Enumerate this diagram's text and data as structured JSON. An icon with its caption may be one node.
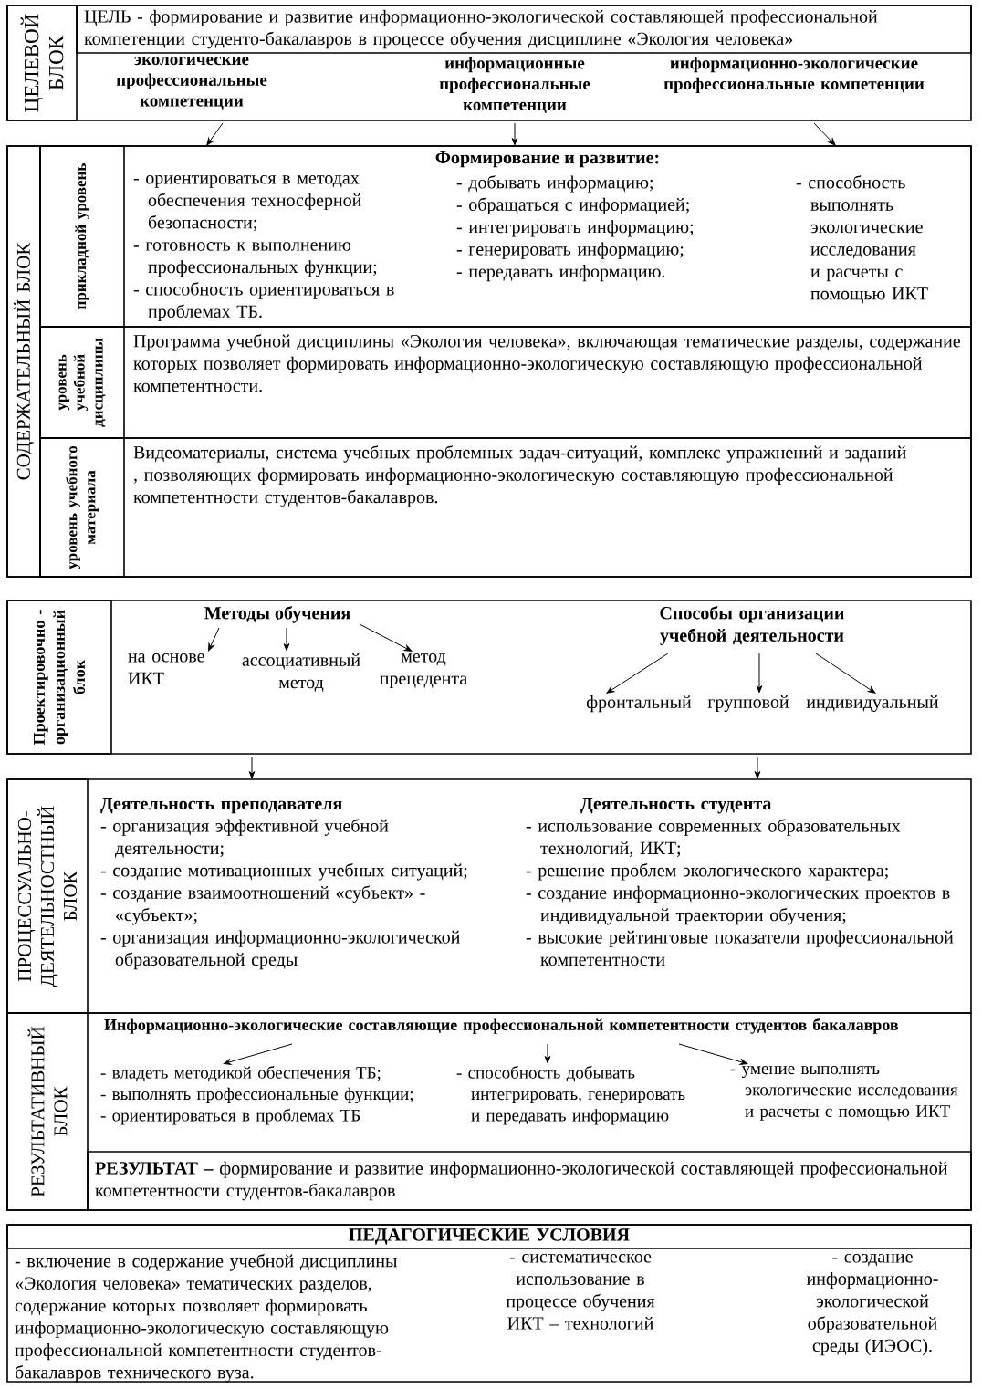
{
  "diagram": {
    "nodes": [
      {
        "text": [
          "ЦЕЛЕВОЙ БЛОК",
          "ЦЕЛЬ - формирование и развитие информационно-экологической составляющей профессиональной компетенции студенто-бакалавров в процессе обучения дисциплине «Экология человека»"
        ]
      },
      {
        "text": [
          "экологические профессиональные компетенции"
        ],
        "in": 0
      },
      {
        "text": [
          "информационные профессиональные компетенции"
        ],
        "in": 0
      },
      {
        "text": [
          "информационно-экологические профессиональные компетенции"
        ],
        "in": 0
      },
      {
        "text": [
          "СОДЕРЖАТЕЛЬНЫЙ БЛОК"
        ]
      },
      {
        "text": [
          "прикладной уровень",
          "Формирование и развитие:"
        ],
        "in": 4
      },
      {
        "text": [
          "- ориентироваться в методах обеспечения техносферной безопасности;",
          "- готовность к выполнению профессиональных функции;",
          "- способность ориентироваться в проблемах ТБ."
        ],
        "in": 5
      },
      {
        "text": [
          "- добывать информацию;",
          "- обращаться с информацией;",
          "- интегрировать информацию;",
          "- генерировать информацию;",
          "- передавать информацию."
        ],
        "in": 5
      },
      {
        "text": [
          "- способность выполнять экологические исследования и расчеты с помощью ИКТ"
        ],
        "in": 5
      },
      {
        "text": [
          "уровень учебной дисциплины",
          "Программа учебной дисциплины «Экология человека», включающая тематические разделы, содержание которых позволяет формировать информационно-экологическую составляющую профессиональной компетентности."
        ],
        "in": 4
      },
      {
        "text": [
          "уровень учебного материала",
          "Видеоматериалы, система учебных проблемных задач-ситуаций, комплекс упражнений и заданий , позволяющих формировать информационно-экологическую составляющую профессиональной компетентности студентов-бакалавров."
        ],
        "in": 4
      },
      {
        "text": [
          "Проектировочно - организационный блок"
        ]
      },
      {
        "text": [
          "Методы обучения"
        ],
        "in": 11
      },
      {
        "text": [
          "на основе ИКТ"
        ],
        "in": 11
      },
      {
        "text": [
          "ассоциативный метод"
        ],
        "in": 11
      },
      {
        "text": [
          "метод прецедента"
        ],
        "in": 11
      },
      {
        "text": [
          "Способы организации учебной деятельности"
        ],
        "in": 11
      },
      {
        "text": [
          "фронтальный"
        ],
        "in": 11
      },
      {
        "text": [
          "групповой"
        ],
        "in": 11
      },
      {
        "text": [
          "индивидуальный"
        ],
        "in": 11
      },
      {
        "text": [
          "ПРОЦЕССУАЛЬНО- ДЕЯТЕЛЬНОСТНЫЙ БЛОК"
        ]
      },
      {
        "text": [
          "Деятельность преподавателя",
          "- организация эффективной учебной деятельности;",
          "- создание мотивационных учебных ситуаций;",
          "- создание взаимоотношений «субъект» - «субъект»;",
          "- организация информационно-экологической образовательной среды"
        ],
        "in": 20
      },
      {
        "text": [
          "Деятельность студента",
          "- использование современных образовательных технологий, ИКТ;",
          "- решение проблем экологического характера;",
          "- создание информационно-экологических проектов в индивидуальной траектории обучения;",
          "- высокие рейтинговые показатели профессиональной компетентности"
        ],
        "in": 20
      },
      {
        "text": [
          "РЕЗУЛЬТАТИВНЫЙ БЛОК"
        ]
      },
      {
        "text": [
          "Информационно-экологические составляющие профессиональной компетентности студентов бакалавров"
        ],
        "in": 23
      },
      {
        "text": [
          "- владеть методикой обеспечения ТБ;",
          "- выполнять профессиональные функции;",
          "- ориентироваться в проблемах ТБ"
        ],
        "in": 23
      },
      {
        "text": [
          "- способность добывать интегрировать, генерировать и передавать информацию"
        ],
        "in": 23
      },
      {
        "text": [
          "- умение выполнять экологические исследования и расчеты с помощью ИКТ"
        ],
        "in": 23
      },
      {
        "text": [
          "**РЕЗУЛЬТАТ –** формирование и развитие информационно-экологической составляющей профессиональной компетентности студентов-бакалавров"
        ],
        "in": 23
      },
      {
        "text": [
          "ПЕДАГОГИЧЕСКИЕ УСЛОВИЯ",
          "- включение в содержание учебной дисциплины «Экология человека» тематических разделов, содержание которых позволяет формировать информационно-экологическую составляющую профессиональной компетентности студентов-бакалавров технического вуза.",
          "- систематическое использование в процессе обучения ИКТ – технологий",
          "- создание информационно- экологической образовательной среды (ИЭОС)."
        ]
      }
    ],
    "edges": [
      {
        "from": 1,
        "to": 5,
        "arrow": "to"
      },
      {
        "from": 2,
        "to": 5,
        "arrow": "to"
      },
      {
        "from": 3,
        "to": 5,
        "arrow": "to"
      },
      {
        "from": 12,
        "to": 13,
        "arrow": "to"
      },
      {
        "from": 12,
        "to": 14,
        "arrow": "to"
      },
      {
        "from": 12,
        "to": 15,
        "arrow": "to"
      },
      {
        "from": 16,
        "to": 17,
        "arrow": "to"
      },
      {
        "from": 16,
        "to": 18,
        "arrow": "to"
      },
      {
        "from": 16,
        "to": 19,
        "arrow": "to"
      },
      {
        "from": 11,
        "to": 20,
        "arrow": "to"
      },
      {
        "from": 11,
        "to": 20,
        "arrow": "to"
      },
      {
        "from": 24,
        "to": 25,
        "arrow": "to"
      },
      {
        "from": 24,
        "to": 26,
        "arrow": "to"
      },
      {
        "from": 24,
        "to": 27,
        "arrow": "to"
      }
    ]
  }
}
